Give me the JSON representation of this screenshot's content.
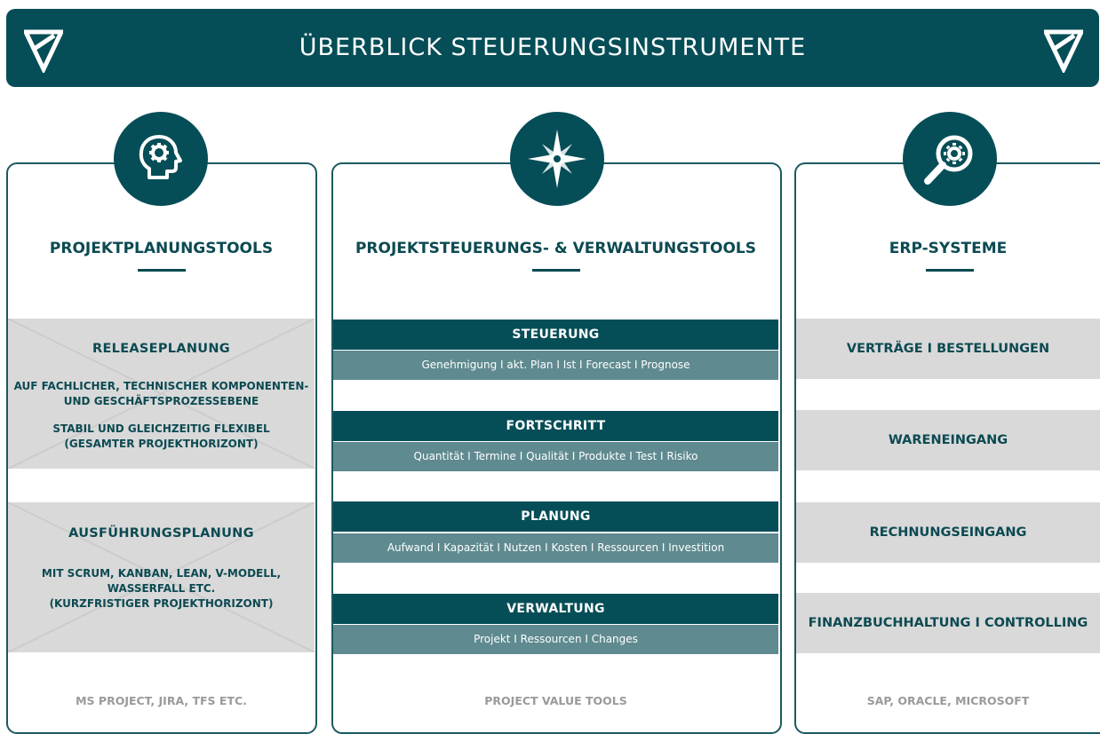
{
  "header": {
    "title": "ÜBERBLICK STEUERUNGSINSTRUMENTE"
  },
  "columns": {
    "left": {
      "title": "PROJEKTPLANUNGSTOOLS",
      "boxes": [
        {
          "heading": "RELEASEPLANUNG",
          "lines": [
            "AUF FACHLICHER, TECHNISCHER KOMPONENTEN-",
            "UND GESCHÄFTSPROZESSEBENE",
            "",
            "STABIL UND GLEICHZEITIG FLEXIBEL",
            "(GESAMTER PROJEKTHORIZONT)"
          ]
        },
        {
          "heading": "AUSFÜHRUNGSPLANUNG",
          "lines": [
            "MIT SCRUM, KANBAN, LEAN, V-MODELL,",
            "WASSERFALL ETC.",
            "(KURZFRISTIGER PROJEKTHORIZONT)"
          ]
        }
      ],
      "footer": "MS PROJECT, JIRA, TFS ETC."
    },
    "middle": {
      "title": "PROJEKTSTEUERUNGS- & VERWALTUNGSTOOLS",
      "sections": [
        {
          "heading": "STEUERUNG",
          "detail": "Genehmigung I akt. Plan I Ist I Forecast I Prognose"
        },
        {
          "heading": "FORTSCHRITT",
          "detail": "Quantität I Termine I Qualität I Produkte I Test I Risiko"
        },
        {
          "heading": "PLANUNG",
          "detail": "Aufwand I Kapazität I Nutzen I Kosten I Ressourcen I Investition"
        },
        {
          "heading": "VERWALTUNG",
          "detail": "Projekt I Ressourcen I Changes"
        }
      ],
      "footer": "PROJECT VALUE TOOLS"
    },
    "right": {
      "title": "ERP-SYSTEME",
      "items": [
        "VERTRÄGE I BESTELLUNGEN",
        "WARENEINGANG",
        "RECHNUNGSEINGANG",
        "FINANZBUCHHALTUNG I CONTROLLING"
      ],
      "footer": "SAP, ORACLE, MICROSOFT"
    }
  },
  "icons": [
    "logo-icon",
    "head-gear-icon",
    "compass-star-icon",
    "magnifier-gear-icon"
  ],
  "colors": {
    "primary": "#064e57",
    "secondary": "#5f8a90",
    "box_gray": "#d9d9d9",
    "footer_text": "#9a9a9a"
  }
}
